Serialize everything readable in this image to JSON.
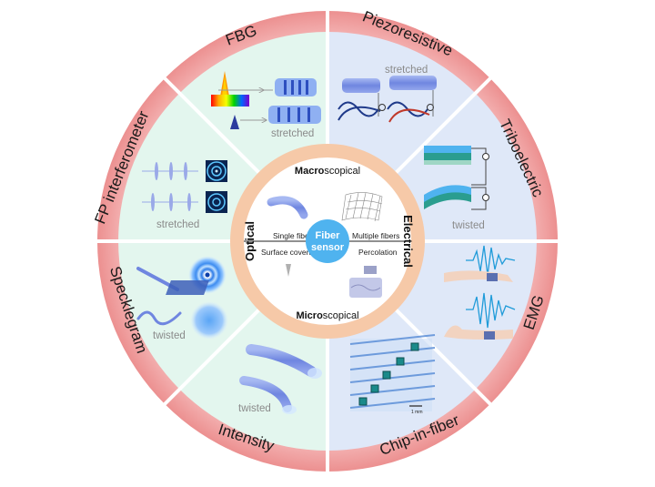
{
  "center": {
    "line1": "Fiber",
    "line2": "sensor"
  },
  "inner": {
    "top": {
      "bold": "Macro",
      "rest": "scopical"
    },
    "bottom": {
      "bold": "Micro",
      "rest": "scopical"
    },
    "left": "Optical",
    "right": "Electrical",
    "quadrants": {
      "top_left": "Single fiber",
      "top_right": "Multiple fibers",
      "bottom_left": "Surface coverage",
      "bottom_right": "Percolation"
    }
  },
  "ring_labels": {
    "fbg": "FBG",
    "piezoresistive": "Piezoresistive",
    "triboelectric": "Triboelectric",
    "emg": "EMG",
    "chip_in_fiber": "Chip-in-fiber",
    "intensity": "Intensity",
    "specklegram": "Specklegram",
    "fp_interferometer": "FP interferometer"
  },
  "panel_texts": {
    "fbg_stretched": "stretched",
    "piezo_stretched": "stretched",
    "fp_stretched": "stretched",
    "tribo_twisted": "twisted",
    "speckle_twisted": "twisted",
    "intensity_twisted": "twisted",
    "scale_bar": "1 mm"
  },
  "colors": {
    "outer_ring": "#ef9a9a",
    "optical_panel": "#e3f6ee",
    "electrical_panel": "#dfe8f8",
    "inner_ring": "#f6c9a8",
    "center": "#4fb3ef"
  }
}
